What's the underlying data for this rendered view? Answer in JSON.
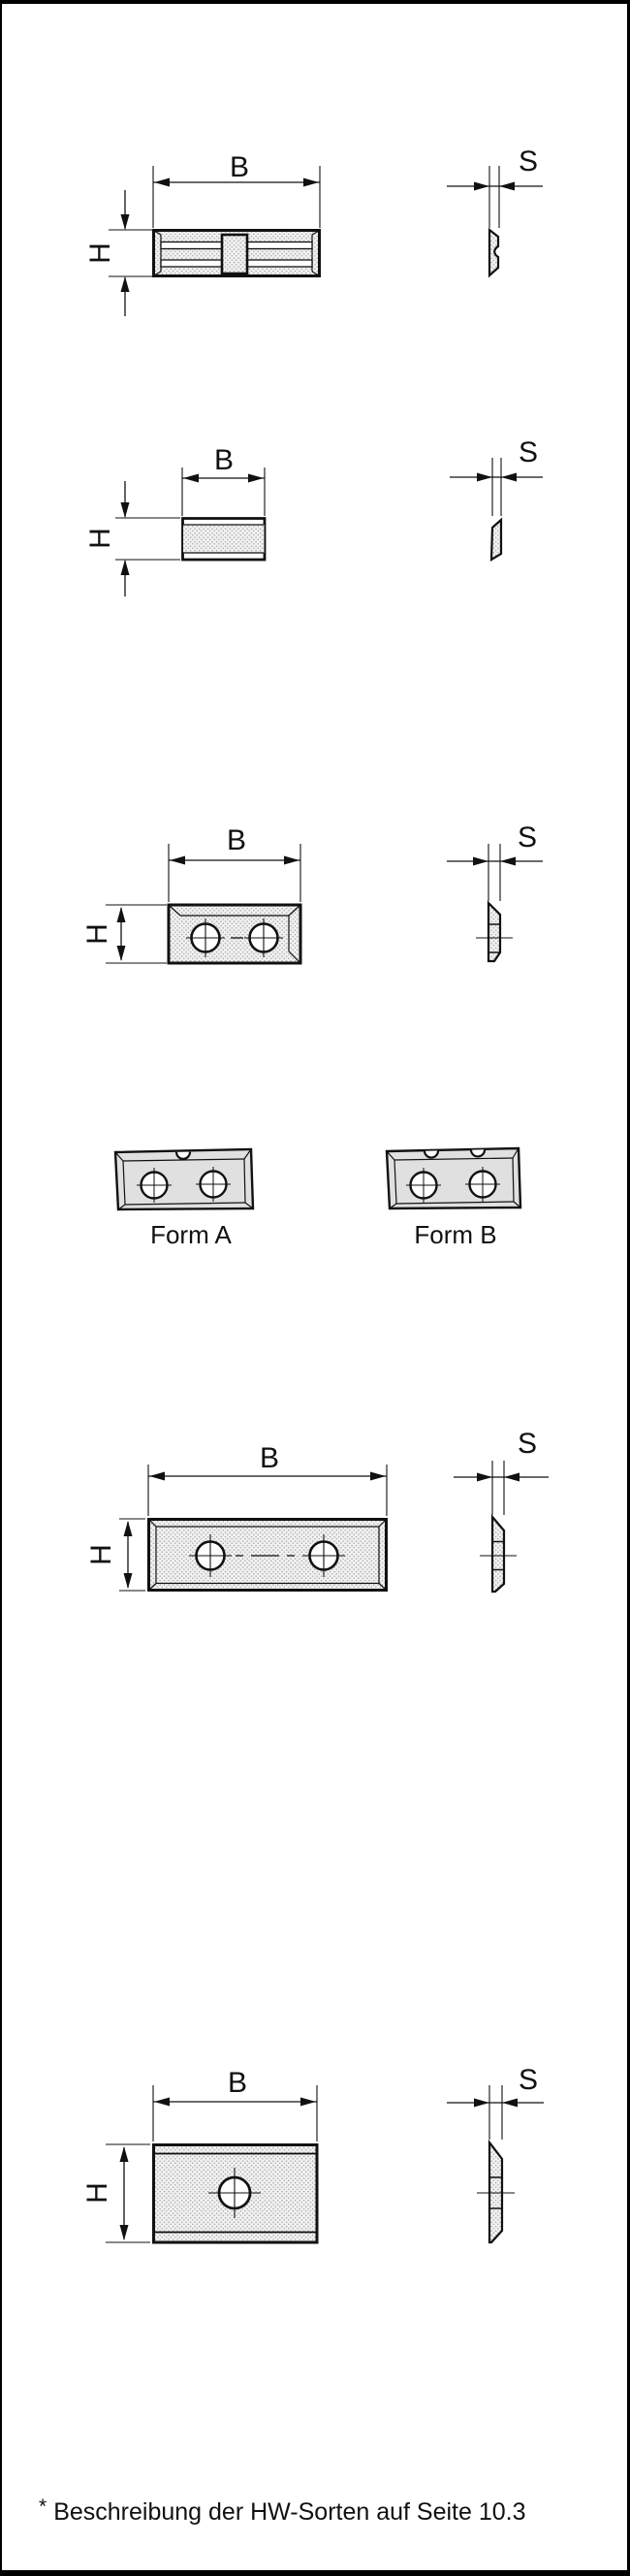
{
  "page": {
    "background": "#ffffff",
    "border_color": "#000000"
  },
  "dimension_labels": {
    "width": "B",
    "height": "H",
    "thickness": "S"
  },
  "form_labels": {
    "form_a": "Form A",
    "form_b": "Form B"
  },
  "footnote": {
    "marker": "*",
    "text": "Beschreibung der HW-Sorten auf Seite 10.3"
  },
  "colors": {
    "line": "#111111",
    "hatch_dot": "#a8a8a8",
    "hatch_bg": "#f1f1f1",
    "form_fill": "#e0e0e0"
  }
}
